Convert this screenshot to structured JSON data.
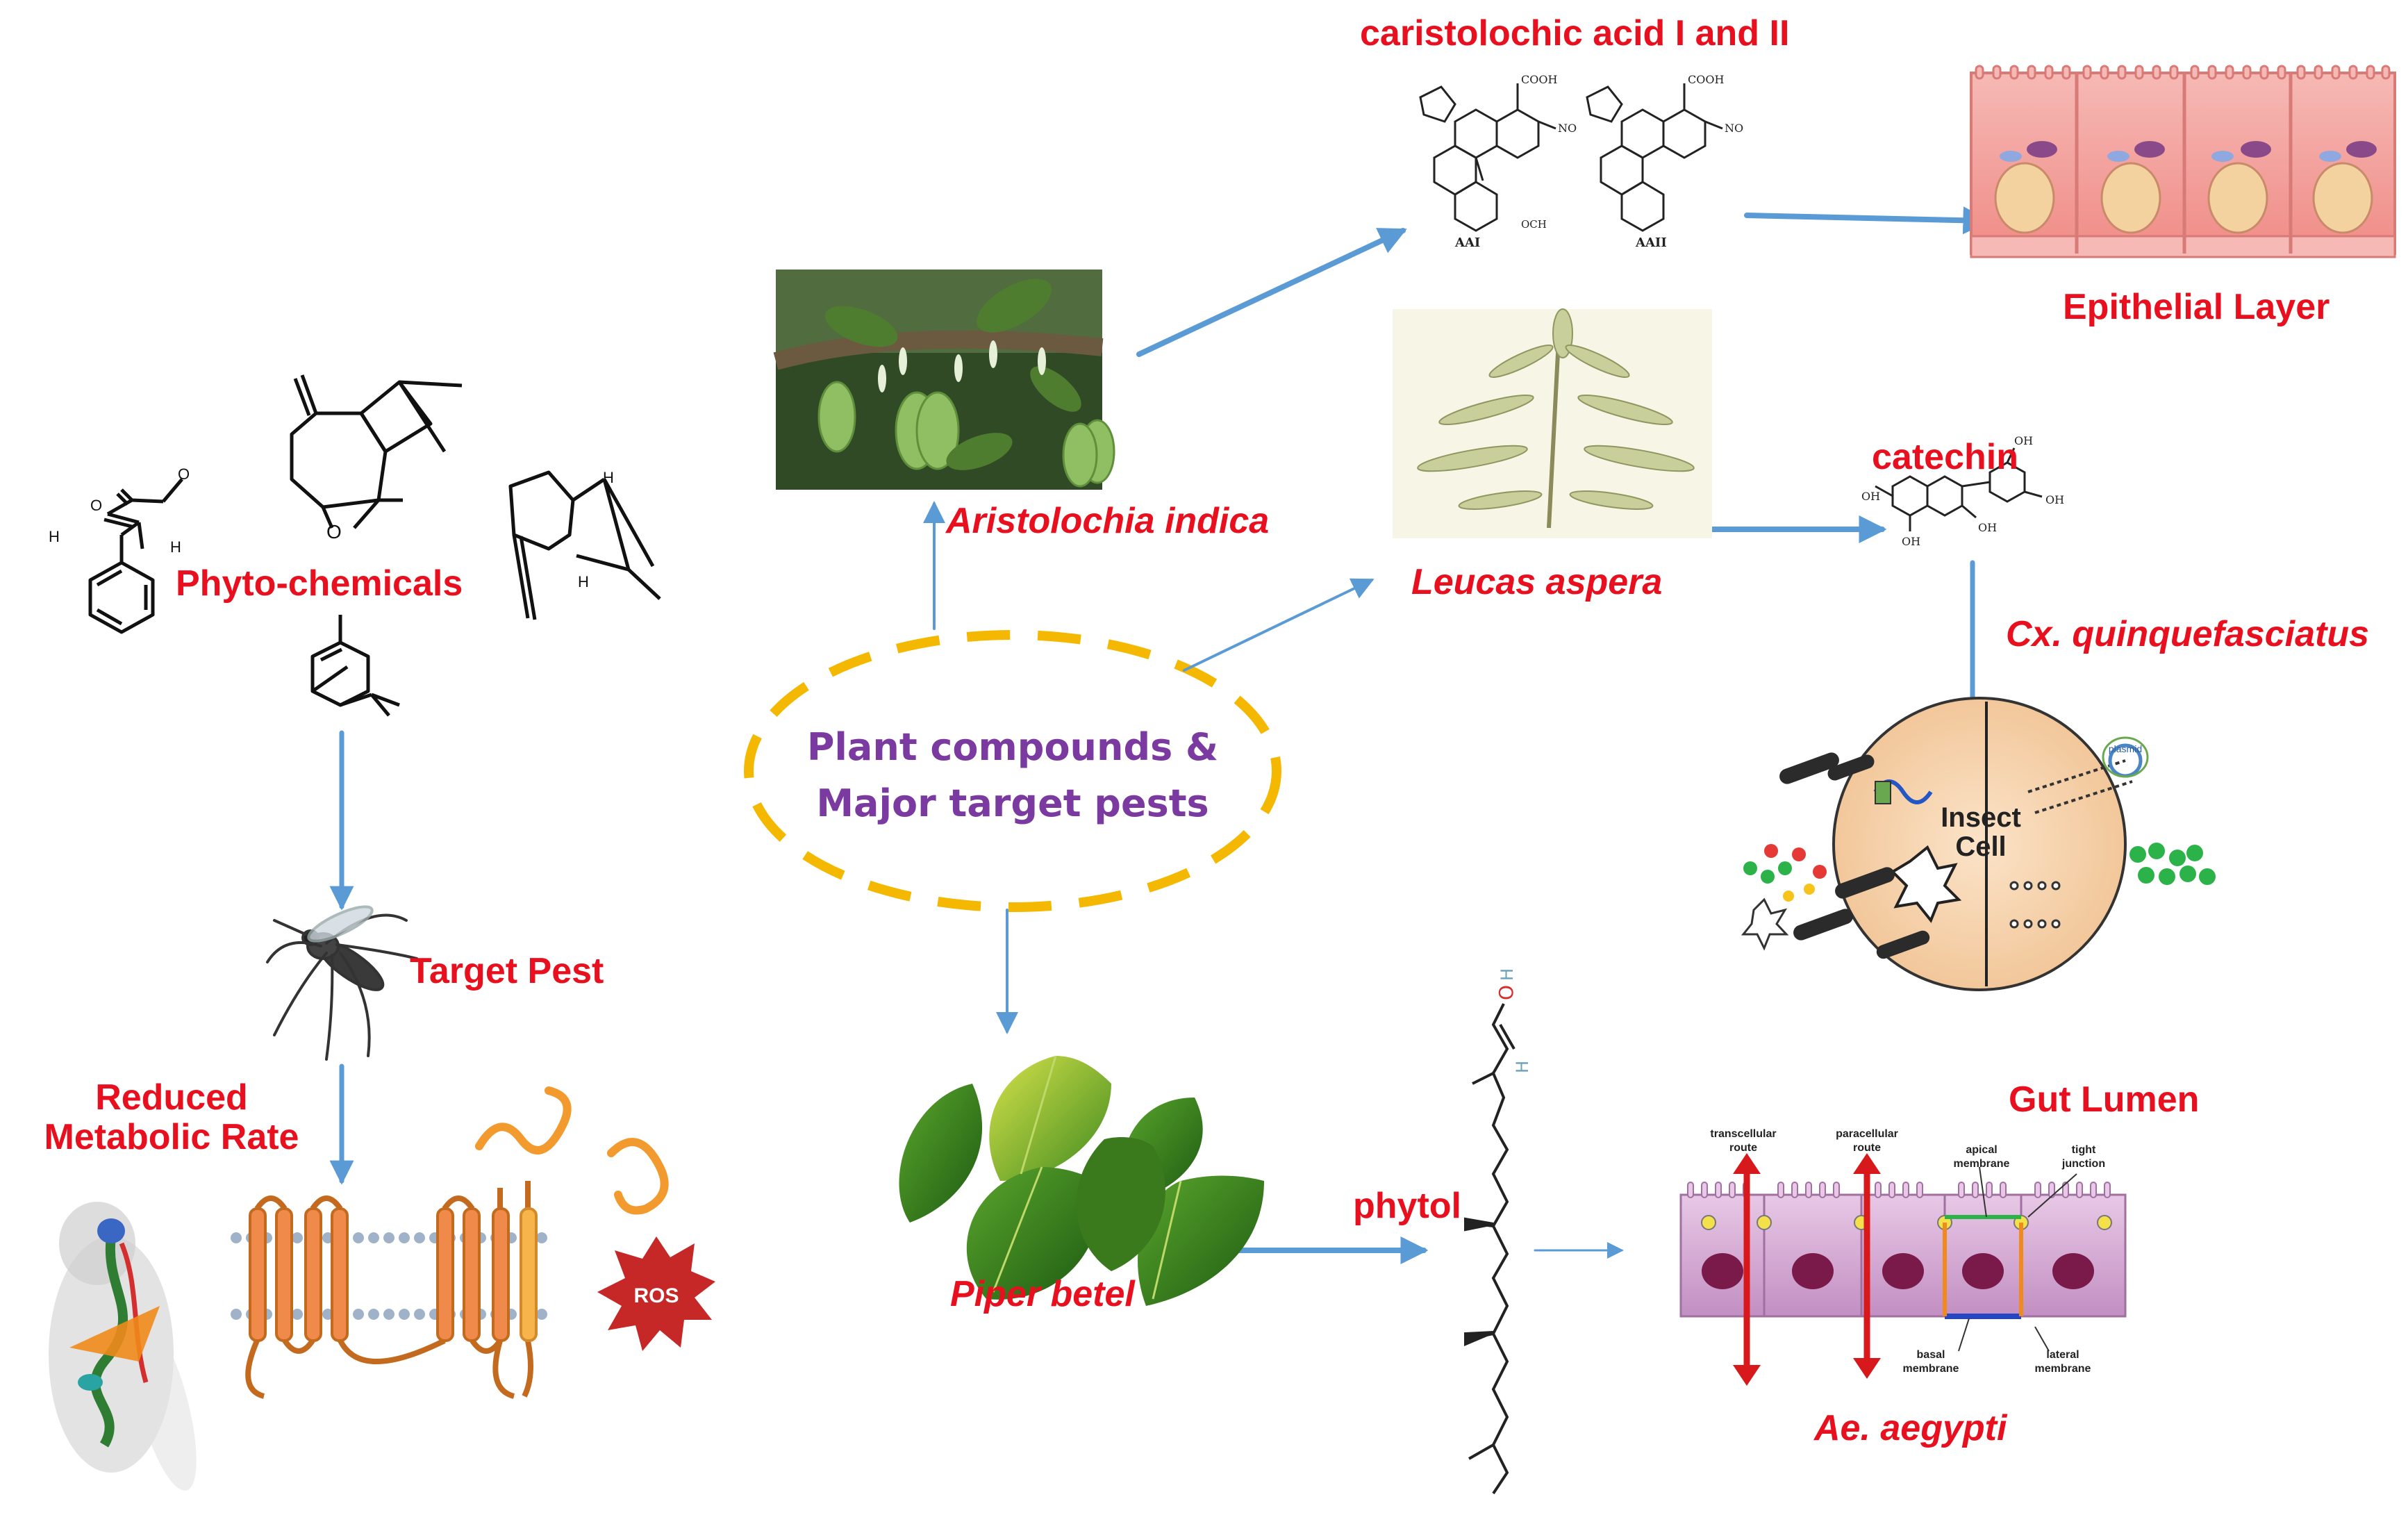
{
  "center": {
    "line1": "Plant compounds &",
    "line2": "Major target pests"
  },
  "labels": {
    "phytochemicals": "Phyto-chemicals",
    "target_pest": "Target Pest",
    "reduced_1": "Reduced",
    "reduced_2": "Metabolic Rate",
    "ros": "ROS",
    "aristolochia": "Aristolochia indica",
    "caristolochic": "caristolochic acid I and II",
    "aai": "AAI",
    "aaii": "AAII",
    "epithelial": "Epithelial Layer",
    "leucas": "Leucas aspera",
    "catechin": "catechin",
    "cx": "Cx. quinquefasciatus",
    "insect_1": "Insect",
    "insect_2": "Cell",
    "piper": "Piper betel",
    "phytol": "phytol",
    "gut_lumen": "Gut Lumen",
    "ae": "Ae. aegypti"
  },
  "chem": {
    "cooh": "COOH",
    "no2": "NO",
    "och3": "OCH",
    "o": "O",
    "h": "H",
    "oh": "OH",
    "plasmid": "plasmid"
  },
  "gut": {
    "transcellular": [
      "transcellular",
      "route"
    ],
    "paracellular": [
      "paracellular",
      "route"
    ],
    "apical": [
      "apical",
      "membrane"
    ],
    "tight": [
      "tight",
      "junction"
    ],
    "basal": [
      "basal",
      "membrane"
    ],
    "lateral": [
      "lateral",
      "membrane"
    ]
  },
  "colors": {
    "red": "#e8101e",
    "purple": "#7b3aa0",
    "arrow": "#5b9bd5",
    "gold": "#f5b800"
  }
}
